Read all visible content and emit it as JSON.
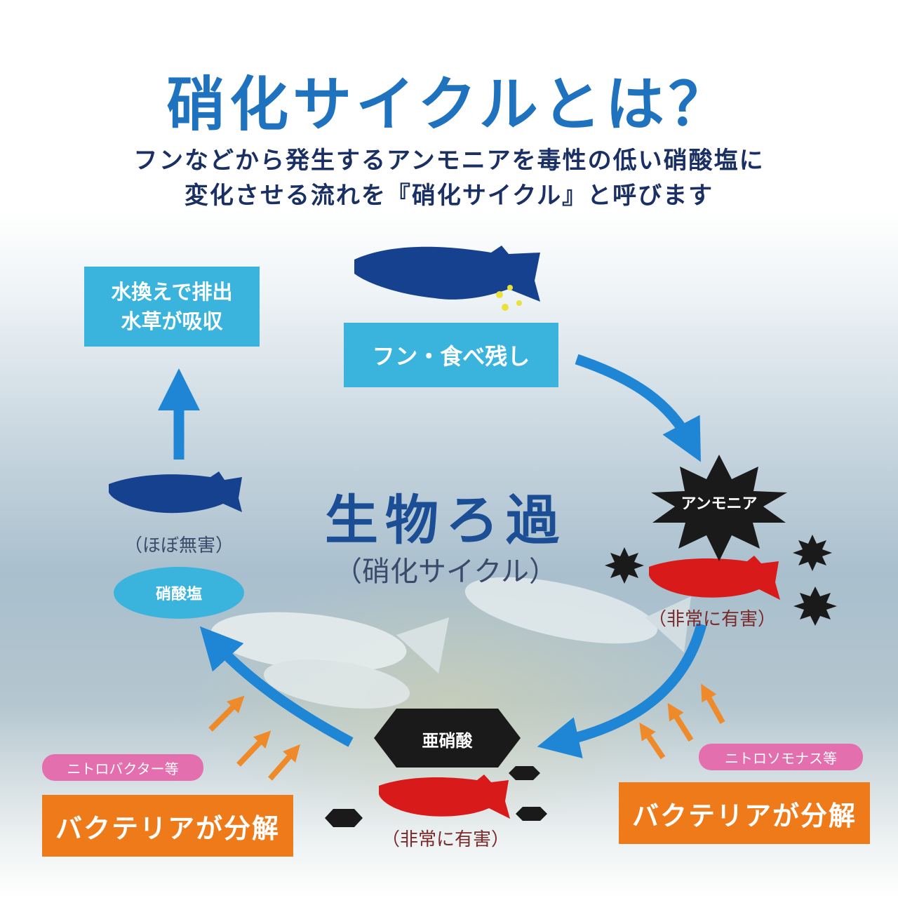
{
  "title": "硝化サイクルとは？",
  "subtitle": {
    "line1": "フンなどから発生するアンモニアを毒性の低い硝酸塩に",
    "line2": "変化させる流れを『硝化サイクル』と呼びます"
  },
  "center": {
    "title": "生物ろ過",
    "subtitle": "（硝化サイクル）"
  },
  "nodes": {
    "water_change": {
      "line1": "水換えで排出",
      "line2": "水草が吸収"
    },
    "feces": "フン・食べ残し",
    "ammonia": "アンモニア",
    "nitrite": "亜硝酸",
    "nitrate": "硝酸塩"
  },
  "labels": {
    "almost_harmless": "（ほぼ無害）",
    "very_harmful_right": "（非常に有害）",
    "very_harmful_bottom": "（非常に有害）"
  },
  "bacteria": {
    "left_tag": "ニトロバクター等",
    "left_box": "バクテリアが分解",
    "right_tag": "ニトロソモナス等",
    "right_box": "バクテリアが分解"
  },
  "colors": {
    "title_blue": "#1f72be",
    "box_blue": "#3bb4dd",
    "arrow_blue": "#1e86d4",
    "fish_navy": "#16418e",
    "fish_red": "#d81a1a",
    "orange": "#ef7a1a",
    "pink": "#e36fae",
    "black_shape": "#1a1a1a"
  }
}
